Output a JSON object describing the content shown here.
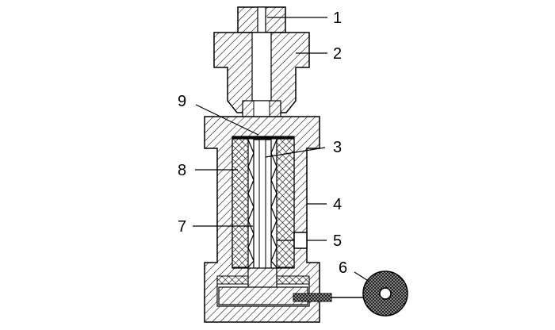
{
  "labels": [
    {
      "id": "1",
      "text": "1"
    },
    {
      "id": "2",
      "text": "2"
    },
    {
      "id": "3",
      "text": "3"
    },
    {
      "id": "4",
      "text": "4"
    },
    {
      "id": "5",
      "text": "5"
    },
    {
      "id": "6",
      "text": "6"
    },
    {
      "id": "7",
      "text": "7"
    },
    {
      "id": "8",
      "text": "8"
    },
    {
      "id": "9",
      "text": "9"
    }
  ],
  "colors": {
    "line": "#000000",
    "background": "#ffffff"
  }
}
